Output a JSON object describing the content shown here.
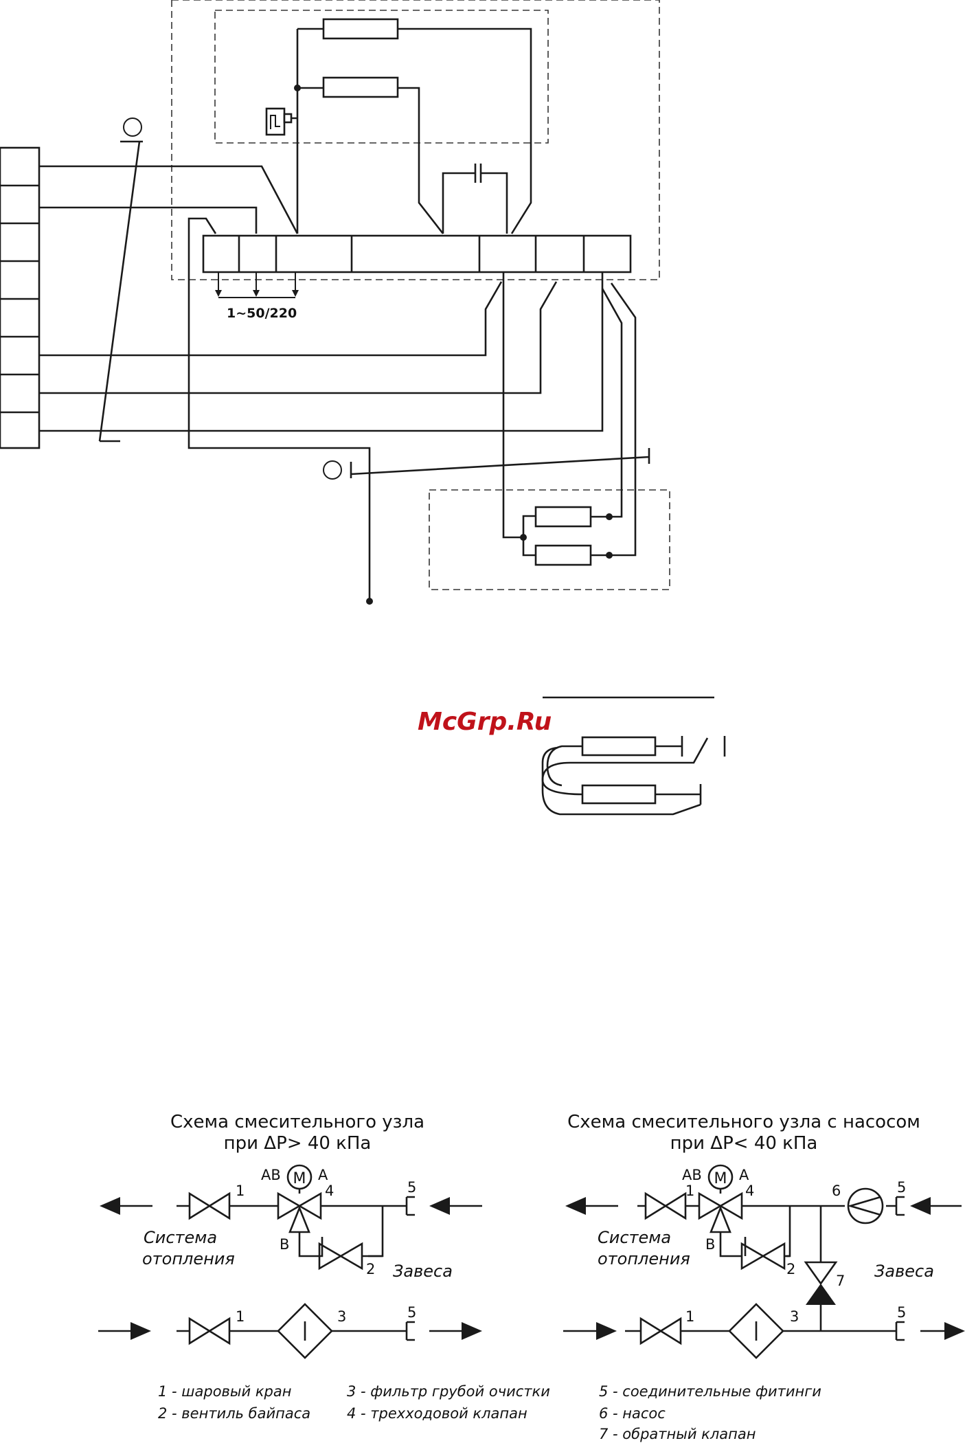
{
  "wiring": {
    "supply_label": "1~50/220"
  },
  "watermark": "McGrp.Ru",
  "scheme_a": {
    "title_line1": "Схема смесительного узла",
    "title_line2": "при ΔP> 40 кПа",
    "left_label_line1": "Система",
    "left_label_line2": "отопления",
    "right_label": "Завеса",
    "motor": "M",
    "port_ab": "AB",
    "port_a": "A",
    "port_b": "B",
    "n1_top": "1",
    "n4": "4",
    "n5_top": "5",
    "n2": "2",
    "n1_bot": "1",
    "n3": "3",
    "n5_bot": "5"
  },
  "scheme_b": {
    "title_line1": "Схема смесительного узла с насосом",
    "title_line2": "при ΔP< 40 кПа",
    "left_label_line1": "Система",
    "left_label_line2": "отопления",
    "right_label": "Завеса",
    "motor": "M",
    "port_ab": "AB",
    "port_a": "A",
    "port_b": "B",
    "n1_top": "1",
    "n4": "4",
    "n6": "6",
    "n5_top": "5",
    "n2": "2",
    "n7": "7",
    "n1_bot": "1",
    "n3": "3",
    "n5_bot": "5"
  },
  "legend": {
    "item1": "1 - шаровый кран",
    "item2": "2 - вентиль байпаса",
    "item3": "3 - фильтр грубой очистки",
    "item4": "4 - трехходовой клапан",
    "item5": "5 - соединительные фитинги",
    "item6": "6 - насос",
    "item7": "7 - обратный клапан"
  }
}
